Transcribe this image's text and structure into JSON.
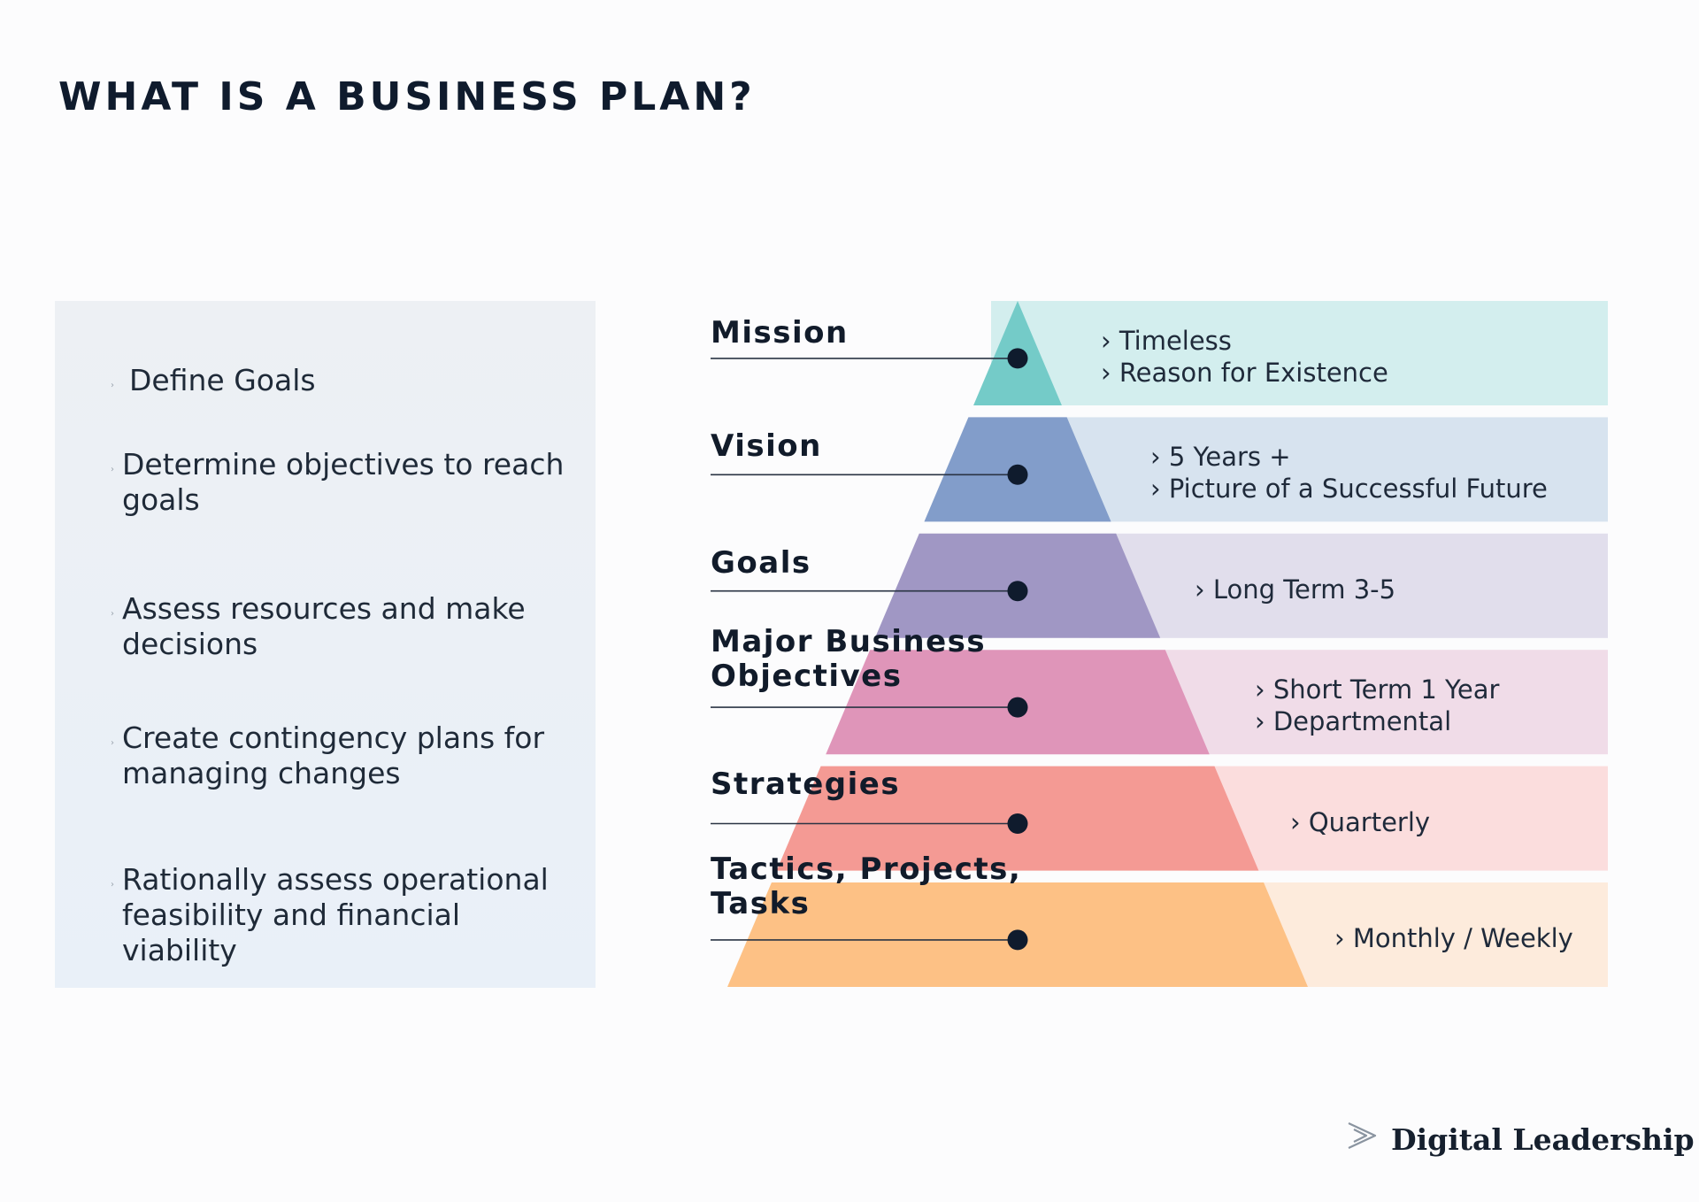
{
  "title": "WHAT IS A BUSINESS PLAN?",
  "bullets": [
    "Define Goals",
    "Determine objectives to reach goals",
    "Assess resources and make decisions",
    "Create contingency plans for managing changes",
    "Rationally assess operational feasibility and financial viability"
  ],
  "levels": [
    {
      "label": "Mission",
      "details": [
        "› Timeless",
        "› Reason for Existence"
      ],
      "color": "#74cbc8",
      "band_color": "#d3eeee"
    },
    {
      "label": "Vision",
      "details": [
        "› 5 Years +",
        "› Picture of a Successful Future"
      ],
      "color": "#829dca",
      "band_color": "#d7e3ef"
    },
    {
      "label": "Goals",
      "details": [
        "› Long Term 3-5"
      ],
      "color": "#a097c4",
      "band_color": "#e1deec"
    },
    {
      "label": "Major Business\nObjectives",
      "details": [
        "› Short Term 1 Year",
        "› Departmental"
      ],
      "color": "#df95b9",
      "band_color": "#f0dce8"
    },
    {
      "label": "Strategies",
      "details": [
        "› Quarterly"
      ],
      "color": "#f49a94",
      "band_color": "#fbdddd"
    },
    {
      "label": "Tactics, Projects,\nTasks",
      "details": [
        "› Monthly / Weekly"
      ],
      "color": "#fdc185",
      "band_color": "#fdebdc"
    }
  ],
  "brand": {
    "name": "Digital Leadership",
    "icon": "chevron-arrow-icon"
  }
}
